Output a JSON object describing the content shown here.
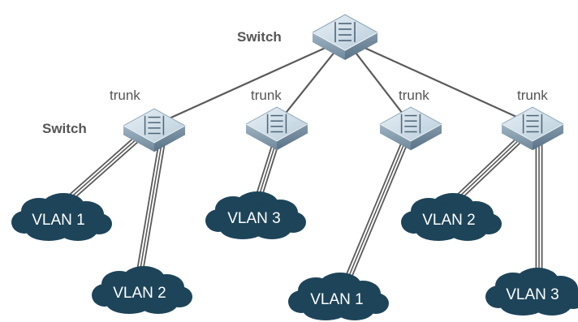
{
  "labels": {
    "root_switch": "Switch",
    "access_switch": "Switch",
    "trunk": "trunk"
  },
  "vlans": {
    "sw1": [
      "VLAN 1",
      "VLAN 2"
    ],
    "sw2": [
      "VLAN 3"
    ],
    "sw3": [
      "VLAN 1"
    ],
    "sw4": [
      "VLAN 2",
      "VLAN 3"
    ]
  },
  "colors": {
    "cloud": "#1d4459",
    "cloud_text": "#ffffff",
    "switch_top": "#d4e0ea",
    "switch_side": "#7f98a9",
    "link": "#555555",
    "label_text": "#555555"
  }
}
